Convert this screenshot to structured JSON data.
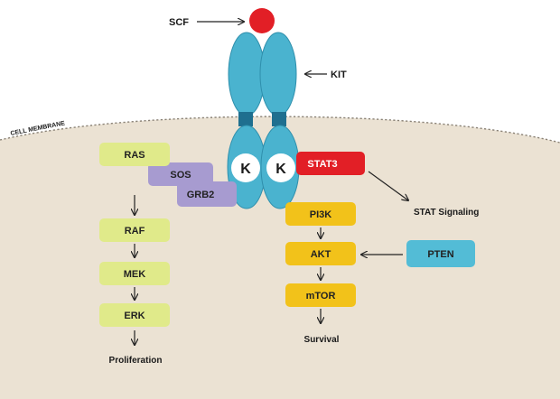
{
  "labels": {
    "scf": "SCF",
    "kit": "KIT",
    "cell_membrane": "CELL MEMBRANE",
    "kinase_left": "K",
    "kinase_right": "K",
    "stat_signaling": "STAT Signaling",
    "proliferation": "Proliferation",
    "survival": "Survival"
  },
  "nodes": {
    "ras": "RAS",
    "sos": "SOS",
    "grb2": "GRB2",
    "raf": "RAF",
    "mek": "MEK",
    "erk": "ERK",
    "stat3": "STAT3",
    "pi3k": "PI3K",
    "akt": "AKT",
    "mtor": "mTOR",
    "pten": "PTEN"
  },
  "colors": {
    "cell_fill": "#ebe2d3",
    "membrane": "#8a8276",
    "receptor": "#4ab3cf",
    "receptor_dark": "#2f8fac",
    "junction": "#1f6f8f",
    "ligand": "#e21f26",
    "ras_pathway": "#e0ea8a",
    "adaptor": "#a79bd0",
    "stat3": "#e21f26",
    "pi3k_pathway": "#f2c21a",
    "pten": "#53bcd6"
  }
}
